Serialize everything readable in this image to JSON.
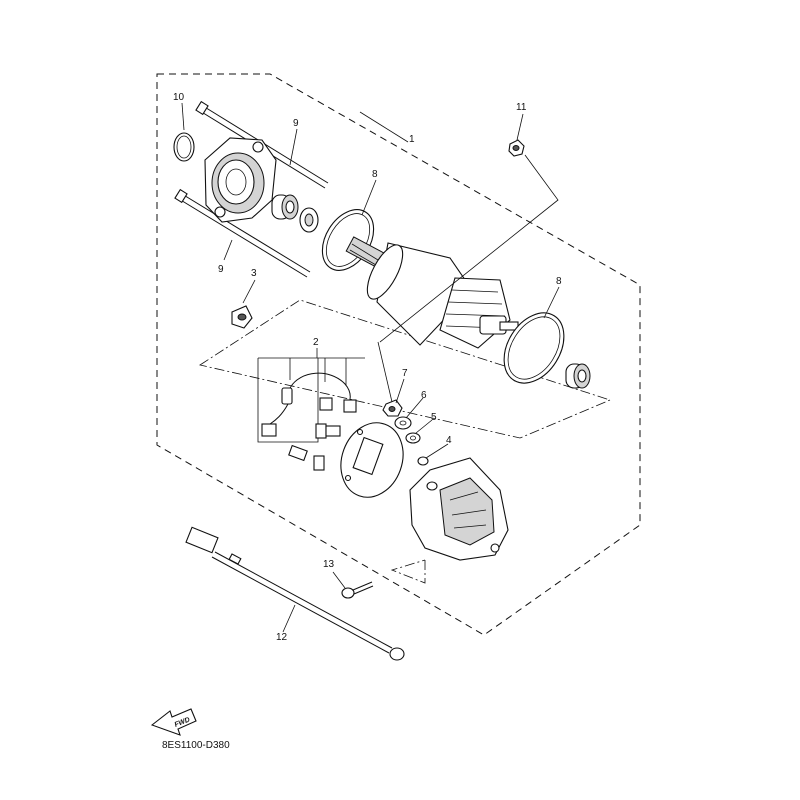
{
  "diagram_code": "8ES1100-D380",
  "fwd_badge": "FWD",
  "callouts": [
    {
      "id": "c1",
      "label": "1"
    },
    {
      "id": "c2",
      "label": "2"
    },
    {
      "id": "c3",
      "label": "3"
    },
    {
      "id": "c4",
      "label": "4"
    },
    {
      "id": "c5",
      "label": "5"
    },
    {
      "id": "c6",
      "label": "6"
    },
    {
      "id": "c7",
      "label": "7"
    },
    {
      "id": "c8a",
      "label": "8"
    },
    {
      "id": "c8b",
      "label": "8"
    },
    {
      "id": "c9a",
      "label": "9"
    },
    {
      "id": "c9b",
      "label": "9"
    },
    {
      "id": "c10",
      "label": "10"
    },
    {
      "id": "c11",
      "label": "11"
    },
    {
      "id": "c12",
      "label": "12"
    },
    {
      "id": "c13",
      "label": "13"
    }
  ]
}
